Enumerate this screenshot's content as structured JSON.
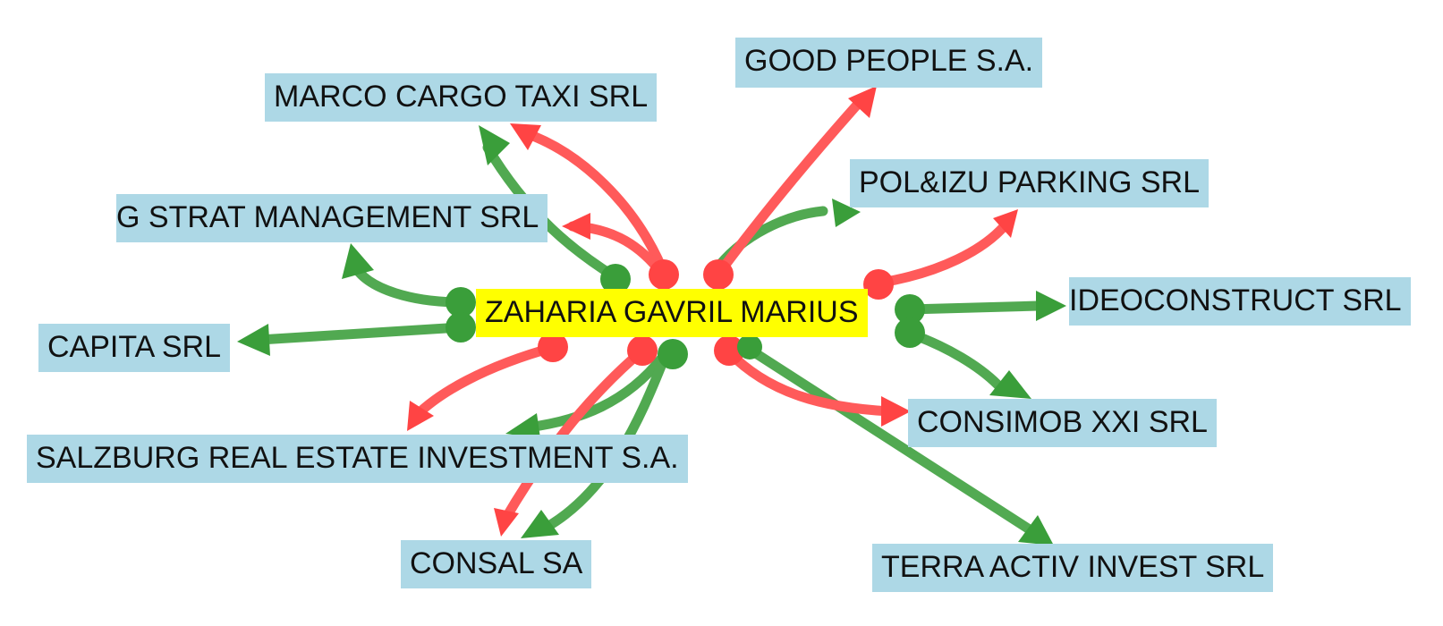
{
  "colors": {
    "center_node_bg": "#ffff00",
    "company_node_bg": "#add8e6",
    "green_edge": "#3a9e3a",
    "red_edge": "#ff4444"
  },
  "center": {
    "label": "ZAHARIA GAVRIL MARIUS"
  },
  "companies": {
    "good_people": "GOOD PEOPLE S.A.",
    "marco_cargo": "MARCO CARGO TAXI SRL",
    "pol_izu": "POL&IZU PARKING SRL",
    "g_strat": "G STRAT MANAGEMENT SRL",
    "ideoconstruct": "IDEOCONSTRUCT SRL",
    "capita": "CAPITA SRL",
    "consimob": "CONSIMOB XXI SRL",
    "salzburg": "SALZBURG REAL ESTATE INVESTMENT S.A.",
    "consal": "CONSAL SA",
    "terra_activ": "TERRA ACTIV INVEST SRL"
  },
  "edges": [
    {
      "target": "good_people",
      "color": "red"
    },
    {
      "target": "marco_cargo",
      "color": "red"
    },
    {
      "target": "marco_cargo",
      "color": "green"
    },
    {
      "target": "g_strat",
      "color": "red"
    },
    {
      "target": "g_strat",
      "color": "green"
    },
    {
      "target": "pol_izu",
      "color": "green"
    },
    {
      "target": "pol_izu",
      "color": "red"
    },
    {
      "target": "ideoconstruct",
      "color": "green"
    },
    {
      "target": "capita",
      "color": "green"
    },
    {
      "target": "consimob",
      "color": "green"
    },
    {
      "target": "consimob",
      "color": "red"
    },
    {
      "target": "salzburg",
      "color": "red"
    },
    {
      "target": "salzburg",
      "color": "green"
    },
    {
      "target": "consal",
      "color": "red"
    },
    {
      "target": "consal",
      "color": "green"
    },
    {
      "target": "terra_activ",
      "color": "green"
    }
  ]
}
